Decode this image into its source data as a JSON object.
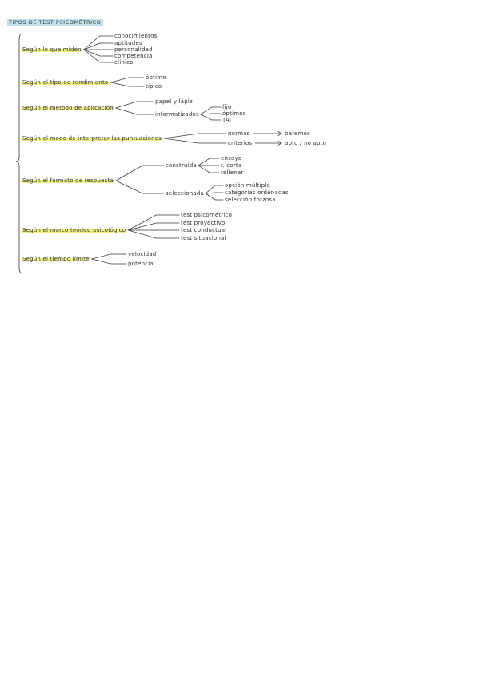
{
  "title": "TIPOS DE TEST PSICOMÉTRICO",
  "colors": {
    "highlight": "#f3ee7a",
    "title_highlight": "#bfe3ee",
    "ink": "#333333"
  },
  "groups": [
    {
      "label": "Según lo que miden",
      "children": [
        {
          "label": "conocimientos"
        },
        {
          "label": "aptitudes"
        },
        {
          "label": "personalidad"
        },
        {
          "label": "competencia"
        },
        {
          "label": "clínico"
        }
      ]
    },
    {
      "label": "Según el tipo de rendimiento",
      "children": [
        {
          "label": "óptimo"
        },
        {
          "label": "típico"
        }
      ]
    },
    {
      "label": "Según el método de aplicación",
      "children": [
        {
          "label": "papel y lápiz"
        },
        {
          "label": "informatizados",
          "children": [
            {
              "label": "fijo"
            },
            {
              "label": "óptimos"
            },
            {
              "label": "TAI"
            }
          ]
        }
      ]
    },
    {
      "label": "Según el modo de interpretar las puntuaciones",
      "children": [
        {
          "label": "normas",
          "result": "baremos"
        },
        {
          "label": "criterios",
          "result": "apto / no apto"
        }
      ]
    },
    {
      "label": "Según el formato de respuesta",
      "children": [
        {
          "label": "construida",
          "children": [
            {
              "label": "ensayo"
            },
            {
              "label": "r. corta"
            },
            {
              "label": "rellenar"
            }
          ]
        },
        {
          "label": "seleccionada",
          "children": [
            {
              "label": "opción múltiple"
            },
            {
              "label": "categorías ordenadas"
            },
            {
              "label": "selección forzosa"
            }
          ]
        }
      ]
    },
    {
      "label": "Según el marco teórico psicológico",
      "children": [
        {
          "label": "test psicométrico"
        },
        {
          "label": "test proyectivo"
        },
        {
          "label": "test conductual"
        },
        {
          "label": "test situacional"
        }
      ]
    },
    {
      "label": "Según el tiempo límite",
      "children": [
        {
          "label": "velocidad"
        },
        {
          "label": "potencia"
        }
      ]
    }
  ]
}
